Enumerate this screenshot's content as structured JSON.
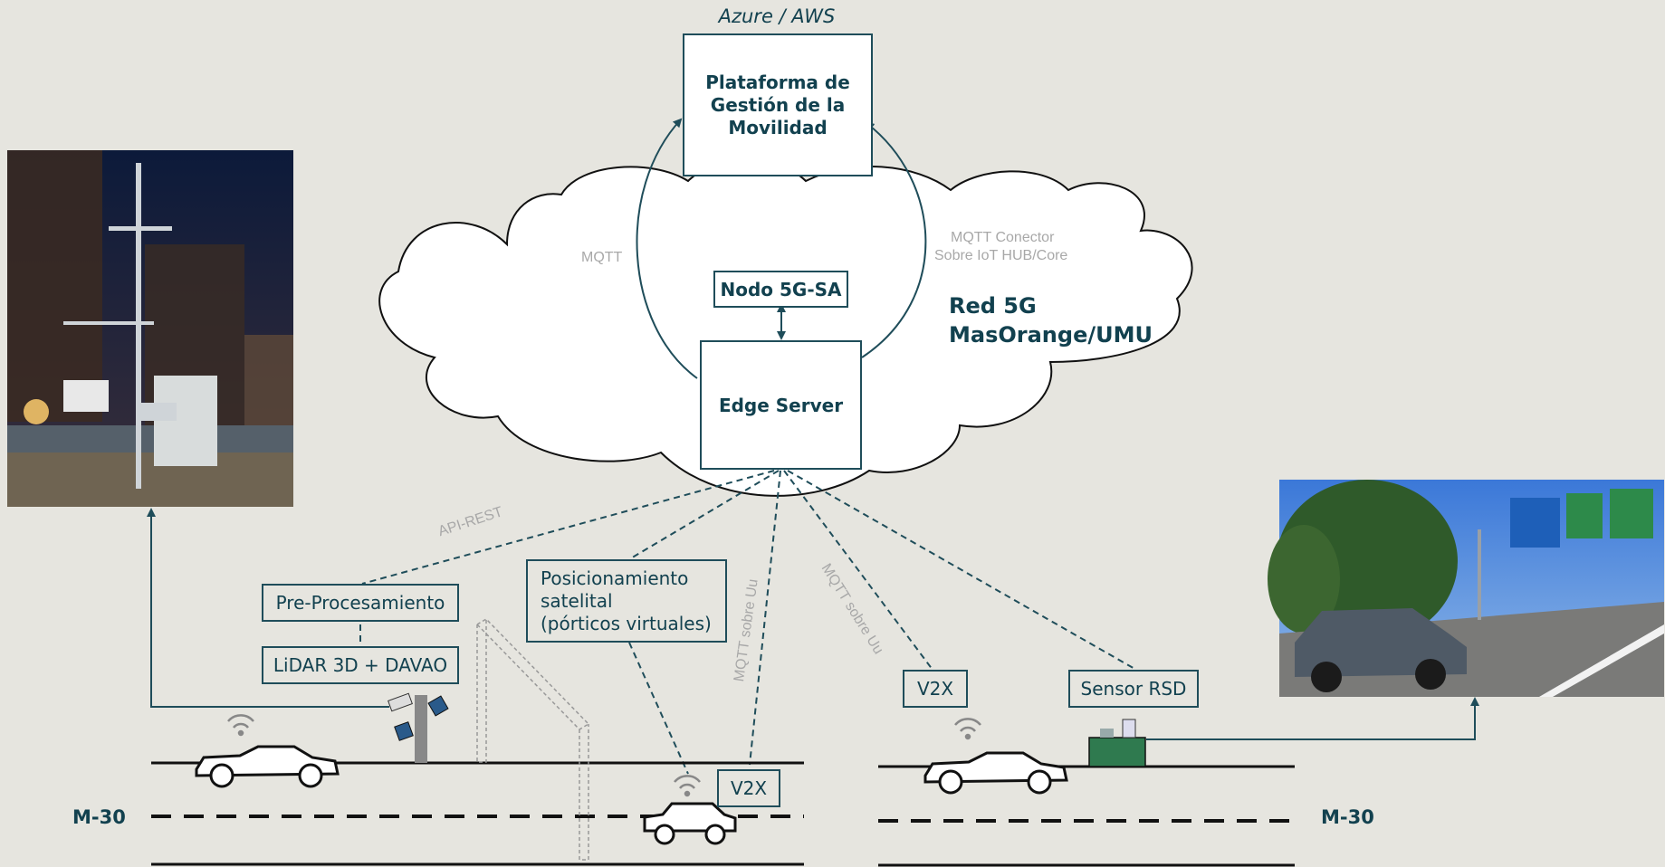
{
  "cloud_provider": "Azure / AWS",
  "platform_box": "Plataforma de Gestión de la Movilidad",
  "node_box": "Nodo 5G-SA",
  "edge_box": "Edge Server",
  "network": {
    "line1": "Red 5G",
    "line2": "MasOrange/UMU"
  },
  "links": {
    "mqtt_left": "MQTT",
    "mqtt_right_1": "MQTT  Conector",
    "mqtt_right_2": "Sobre IoT HUB/Core",
    "api_rest": "API-REST",
    "mqtt_uu_1": "MQTT  sobre Uu",
    "mqtt_uu_2": "MQTT  sobre Uu"
  },
  "preprocessing_box": "Pre-Procesamiento",
  "lidar_box": "LiDAR 3D + DAVAO",
  "positioning_box": {
    "line1": "Posicionamiento",
    "line2": "satelital",
    "line3": "(pórticos virtuales)"
  },
  "v2x_left": "V2X",
  "v2x_right": "V2X",
  "sensor_box": "Sensor RSD",
  "road_left": "M-30",
  "road_right": "M-30",
  "colors": {
    "background": "#e6e5df",
    "teal": "#12414f",
    "line": "#1f4d5a",
    "cloud_fill": "#ffffff",
    "device_green": "#2f7a4f"
  },
  "icons": [
    "cloud-icon",
    "car-icon",
    "wifi-icon",
    "camera-icon",
    "antenna-icon",
    "pole-icon",
    "sensor-device-icon",
    "gantry-icon",
    "sign-icon"
  ]
}
